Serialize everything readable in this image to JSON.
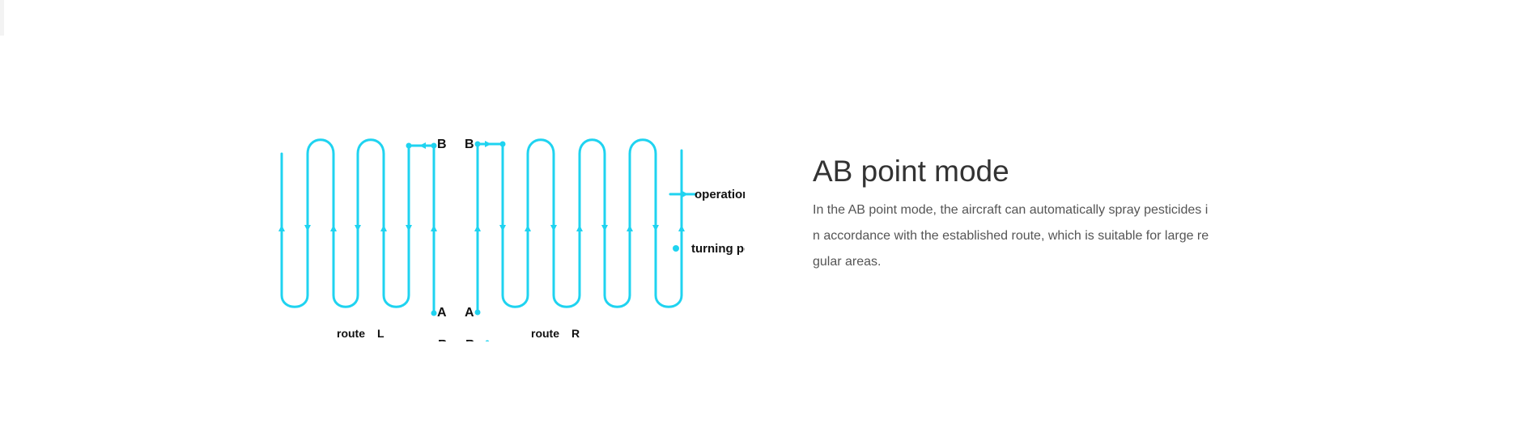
{
  "mode": {
    "title": "AB point mode",
    "description": "In the AB point mode, the aircraft can automatically spray pesticides in accordance with the established route, which is suitable for large regular areas."
  },
  "diagram": {
    "accent_color": "#1fd3f0",
    "point_b_label": "B",
    "point_a_label": "A",
    "route_left": {
      "label": "route",
      "side": "L"
    },
    "route_right": {
      "label": "route",
      "side": "R"
    },
    "legend": {
      "operation_label": "operation route",
      "turning_label": "turning point"
    },
    "clipped_labels": {
      "left_b": "B",
      "right_b": "B"
    }
  }
}
